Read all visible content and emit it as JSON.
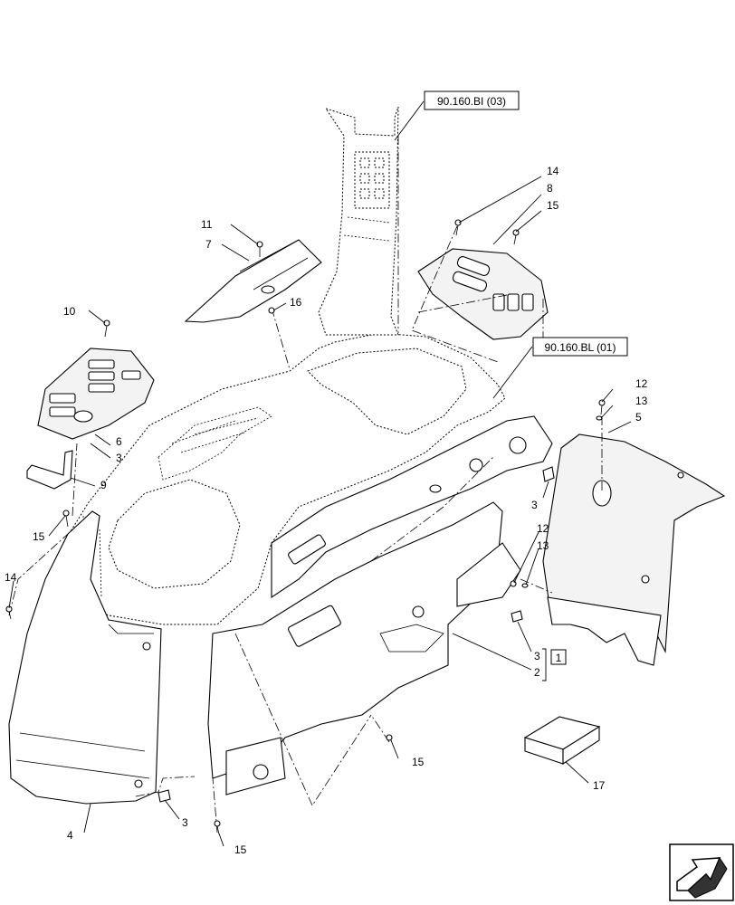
{
  "references": {
    "ref_top": "90.160.BI (03)",
    "ref_mid": "90.160.BL (01)"
  },
  "callouts": {
    "c14_top": "14",
    "c8": "8",
    "c15_top": "15",
    "c11": "11",
    "c7": "7",
    "c16": "16",
    "c10": "10",
    "c6": "6",
    "c3_left": "3",
    "c9": "9",
    "c15_left": "15",
    "c14_left": "14",
    "c12_top": "12",
    "c13_top": "13",
    "c5": "5",
    "c3_right": "3",
    "c12_mid": "12",
    "c13_mid": "13",
    "c3_bracket": "3",
    "c2_bracket": "2",
    "bracket_box": "1",
    "c15_mid": "15",
    "c17": "17",
    "c4": "4",
    "c3_bottom": "3",
    "c15_bottom": "15"
  },
  "icons": {
    "corner_icon": "page-turn-arrow-icon"
  }
}
